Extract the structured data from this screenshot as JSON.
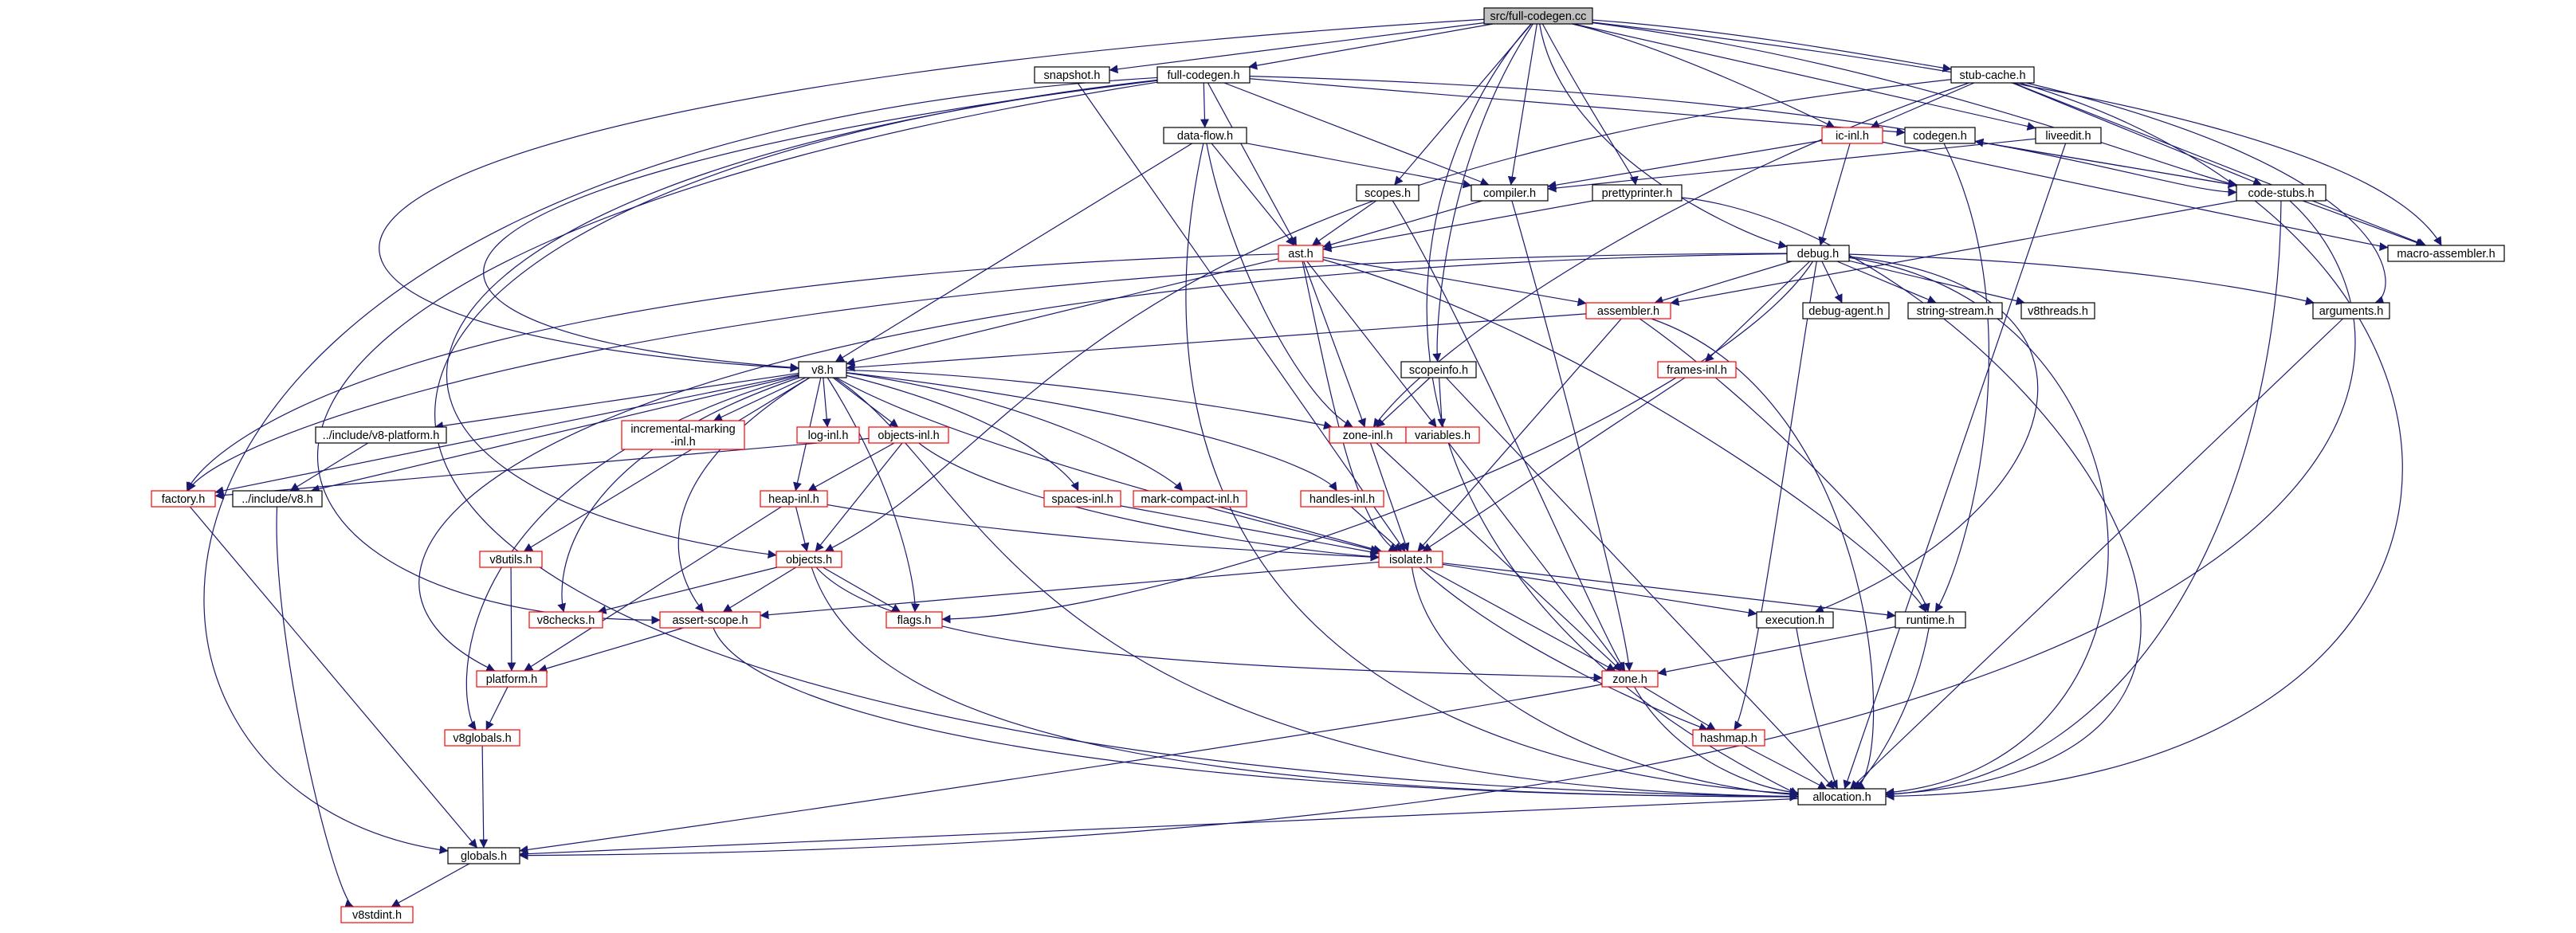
{
  "diagram": {
    "colors": {
      "edge": "#191970",
      "node_fill": "#ffffff",
      "node_border_default": "#000000",
      "node_border_undocumented": "#ff0000",
      "root_fill": "#bfbfbf",
      "root_border": "#000000"
    },
    "nodes": {
      "root": {
        "label": "src/full-codegen.cc",
        "style": "root"
      },
      "snapshot": {
        "label": "snapshot.h",
        "style": "default"
      },
      "full_codegen": {
        "label": "full-codegen.h",
        "style": "default"
      },
      "stub_cache": {
        "label": "stub-cache.h",
        "style": "default"
      },
      "ic_inl": {
        "label": "ic-inl.h",
        "style": "red"
      },
      "codegen": {
        "label": "codegen.h",
        "style": "default"
      },
      "liveedit": {
        "label": "liveedit.h",
        "style": "default"
      },
      "data_flow": {
        "label": "data-flow.h",
        "style": "default"
      },
      "scopes": {
        "label": "scopes.h",
        "style": "default"
      },
      "compiler": {
        "label": "compiler.h",
        "style": "default"
      },
      "prettyprinter": {
        "label": "prettyprinter.h",
        "style": "default"
      },
      "code_stubs": {
        "label": "code-stubs.h",
        "style": "default"
      },
      "ast": {
        "label": "ast.h",
        "style": "red"
      },
      "debug": {
        "label": "debug.h",
        "style": "default"
      },
      "macro_assembler": {
        "label": "macro-assembler.h",
        "style": "default"
      },
      "assembler": {
        "label": "assembler.h",
        "style": "red"
      },
      "debug_agent": {
        "label": "debug-agent.h",
        "style": "default"
      },
      "string_stream": {
        "label": "string-stream.h",
        "style": "default"
      },
      "v8threads": {
        "label": "v8threads.h",
        "style": "default"
      },
      "arguments": {
        "label": "arguments.h",
        "style": "default"
      },
      "frames_inl": {
        "label": "frames-inl.h",
        "style": "red"
      },
      "scopeinfo": {
        "label": "scopeinfo.h",
        "style": "default"
      },
      "v8": {
        "label": "v8.h",
        "style": "default"
      },
      "v8_platform": {
        "label": "../include/v8-platform.h",
        "style": "default"
      },
      "incremental_marking": {
        "label": [
          "incremental-marking",
          "-inl.h"
        ],
        "style": "red"
      },
      "log_inl": {
        "label": "log-inl.h",
        "style": "red"
      },
      "objects_inl": {
        "label": "objects-inl.h",
        "style": "red"
      },
      "zone_inl": {
        "label": "zone-inl.h",
        "style": "red"
      },
      "variables": {
        "label": "variables.h",
        "style": "red"
      },
      "factory": {
        "label": "factory.h",
        "style": "red"
      },
      "include_v8": {
        "label": "../include/v8.h",
        "style": "default"
      },
      "heap_inl": {
        "label": "heap-inl.h",
        "style": "red"
      },
      "spaces_inl": {
        "label": "spaces-inl.h",
        "style": "red"
      },
      "mark_compact_inl": {
        "label": "mark-compact-inl.h",
        "style": "red"
      },
      "handles_inl": {
        "label": "handles-inl.h",
        "style": "red"
      },
      "v8utils": {
        "label": "v8utils.h",
        "style": "red"
      },
      "objects": {
        "label": "objects.h",
        "style": "red"
      },
      "isolate": {
        "label": "isolate.h",
        "style": "red"
      },
      "v8checks": {
        "label": "v8checks.h",
        "style": "red"
      },
      "assert_scope": {
        "label": "assert-scope.h",
        "style": "red"
      },
      "flags": {
        "label": "flags.h",
        "style": "red"
      },
      "execution": {
        "label": "execution.h",
        "style": "default"
      },
      "runtime": {
        "label": "runtime.h",
        "style": "default"
      },
      "platform": {
        "label": "platform.h",
        "style": "red"
      },
      "zone": {
        "label": "zone.h",
        "style": "red"
      },
      "v8globals": {
        "label": "v8globals.h",
        "style": "red"
      },
      "hashmap": {
        "label": "hashmap.h",
        "style": "red"
      },
      "allocation": {
        "label": "allocation.h",
        "style": "default"
      },
      "globals": {
        "label": "globals.h",
        "style": "default"
      },
      "v8stdint": {
        "label": "v8stdint.h",
        "style": "red"
      }
    },
    "edges": [
      [
        "root",
        "snapshot"
      ],
      [
        "root",
        "full_codegen"
      ],
      [
        "root",
        "stub_cache"
      ],
      [
        "root",
        "ic_inl"
      ],
      [
        "root",
        "liveedit"
      ],
      [
        "root",
        "compiler"
      ],
      [
        "root",
        "scopes"
      ],
      [
        "root",
        "prettyprinter"
      ],
      [
        "root",
        "debug"
      ],
      [
        "root",
        "scopeinfo"
      ],
      [
        "root",
        "macro_assembler"
      ],
      [
        "root",
        "allocation"
      ],
      [
        "root",
        "v8"
      ],
      [
        "root",
        "code_stubs"
      ],
      [
        "snapshot",
        "isolate"
      ],
      [
        "full_codegen",
        "data_flow"
      ],
      [
        "full_codegen",
        "ast"
      ],
      [
        "full_codegen",
        "compiler"
      ],
      [
        "full_codegen",
        "codegen"
      ],
      [
        "full_codegen",
        "code_stubs"
      ],
      [
        "full_codegen",
        "v8"
      ],
      [
        "full_codegen",
        "globals"
      ],
      [
        "full_codegen",
        "allocation"
      ],
      [
        "full_codegen",
        "objects"
      ],
      [
        "full_codegen",
        "assert_scope"
      ],
      [
        "stub_cache",
        "ic_inl"
      ],
      [
        "stub_cache",
        "code_stubs"
      ],
      [
        "stub_cache",
        "macro_assembler"
      ],
      [
        "stub_cache",
        "arguments"
      ],
      [
        "stub_cache",
        "allocation"
      ],
      [
        "stub_cache",
        "zone_inl"
      ],
      [
        "stub_cache",
        "objects"
      ],
      [
        "ic_inl",
        "compiler"
      ],
      [
        "ic_inl",
        "debug"
      ],
      [
        "ic_inl",
        "macro_assembler"
      ],
      [
        "codegen",
        "code_stubs"
      ],
      [
        "codegen",
        "runtime"
      ],
      [
        "code_stubs",
        "codegen"
      ],
      [
        "code_stubs",
        "macro_assembler"
      ],
      [
        "code_stubs",
        "assembler"
      ],
      [
        "code_stubs",
        "allocation"
      ],
      [
        "code_stubs",
        "globals"
      ],
      [
        "liveedit",
        "compiler"
      ],
      [
        "liveedit",
        "allocation"
      ],
      [
        "data_flow",
        "v8"
      ],
      [
        "data_flow",
        "ast"
      ],
      [
        "data_flow",
        "compiler"
      ],
      [
        "data_flow",
        "zone_inl"
      ],
      [
        "data_flow",
        "allocation"
      ],
      [
        "scopes",
        "ast"
      ],
      [
        "scopes",
        "zone"
      ],
      [
        "compiler",
        "ast"
      ],
      [
        "compiler",
        "zone"
      ],
      [
        "prettyprinter",
        "ast"
      ],
      [
        "prettyprinter",
        "allocation"
      ],
      [
        "ast",
        "v8"
      ],
      [
        "ast",
        "assembler"
      ],
      [
        "ast",
        "factory"
      ],
      [
        "ast",
        "isolate"
      ],
      [
        "ast",
        "zone_inl"
      ],
      [
        "ast",
        "variables"
      ],
      [
        "ast",
        "runtime"
      ],
      [
        "debug",
        "assembler"
      ],
      [
        "debug",
        "debug_agent"
      ],
      [
        "debug",
        "string_stream"
      ],
      [
        "debug",
        "v8threads"
      ],
      [
        "debug",
        "arguments"
      ],
      [
        "debug",
        "frames_inl"
      ],
      [
        "debug",
        "execution"
      ],
      [
        "debug",
        "flags"
      ],
      [
        "debug",
        "hashmap"
      ],
      [
        "debug",
        "allocation"
      ],
      [
        "debug",
        "factory"
      ],
      [
        "debug",
        "platform"
      ],
      [
        "assembler",
        "v8"
      ],
      [
        "assembler",
        "isolate"
      ],
      [
        "assembler",
        "runtime"
      ],
      [
        "assembler",
        "allocation"
      ],
      [
        "arguments",
        "allocation"
      ],
      [
        "frames_inl",
        "isolate"
      ],
      [
        "scopeinfo",
        "zone_inl"
      ],
      [
        "scopeinfo",
        "variables"
      ],
      [
        "scopeinfo",
        "allocation"
      ],
      [
        "v8",
        "v8_platform"
      ],
      [
        "v8",
        "incremental_marking"
      ],
      [
        "v8",
        "log_inl"
      ],
      [
        "v8",
        "objects_inl"
      ],
      [
        "v8",
        "zone_inl"
      ],
      [
        "v8",
        "factory"
      ],
      [
        "v8",
        "include_v8"
      ],
      [
        "v8",
        "heap_inl"
      ],
      [
        "v8",
        "spaces_inl"
      ],
      [
        "v8",
        "mark_compact_inl"
      ],
      [
        "v8",
        "handles_inl"
      ],
      [
        "v8",
        "v8utils"
      ],
      [
        "v8",
        "v8checks"
      ],
      [
        "v8",
        "assert_scope"
      ],
      [
        "v8",
        "flags"
      ],
      [
        "v8",
        "v8globals"
      ],
      [
        "v8",
        "allocation"
      ],
      [
        "v8",
        "isolate"
      ],
      [
        "v8_platform",
        "include_v8"
      ],
      [
        "include_v8",
        "v8stdint"
      ],
      [
        "objects_inl",
        "factory"
      ],
      [
        "objects_inl",
        "heap_inl"
      ],
      [
        "objects_inl",
        "objects"
      ],
      [
        "objects_inl",
        "isolate"
      ],
      [
        "zone_inl",
        "isolate"
      ],
      [
        "zone_inl",
        "zone"
      ],
      [
        "variables",
        "zone"
      ],
      [
        "factory",
        "globals"
      ],
      [
        "heap_inl",
        "objects"
      ],
      [
        "heap_inl",
        "isolate"
      ],
      [
        "heap_inl",
        "platform"
      ],
      [
        "spaces_inl",
        "isolate"
      ],
      [
        "mark_compact_inl",
        "isolate"
      ],
      [
        "handles_inl",
        "isolate"
      ],
      [
        "v8utils",
        "platform"
      ],
      [
        "objects",
        "v8checks"
      ],
      [
        "objects",
        "assert_scope"
      ],
      [
        "objects",
        "flags"
      ],
      [
        "objects",
        "zone"
      ],
      [
        "objects",
        "allocation"
      ],
      [
        "isolate",
        "assert_scope"
      ],
      [
        "isolate",
        "execution"
      ],
      [
        "isolate",
        "runtime"
      ],
      [
        "isolate",
        "zone"
      ],
      [
        "isolate",
        "hashmap"
      ],
      [
        "isolate",
        "allocation"
      ],
      [
        "assert_scope",
        "platform"
      ],
      [
        "assert_scope",
        "allocation"
      ],
      [
        "execution",
        "allocation"
      ],
      [
        "runtime",
        "zone"
      ],
      [
        "runtime",
        "allocation"
      ],
      [
        "platform",
        "v8globals"
      ],
      [
        "v8globals",
        "globals"
      ],
      [
        "zone",
        "hashmap"
      ],
      [
        "zone",
        "allocation"
      ],
      [
        "zone",
        "globals"
      ],
      [
        "hashmap",
        "allocation"
      ],
      [
        "allocation",
        "globals"
      ],
      [
        "globals",
        "v8stdint"
      ]
    ]
  }
}
